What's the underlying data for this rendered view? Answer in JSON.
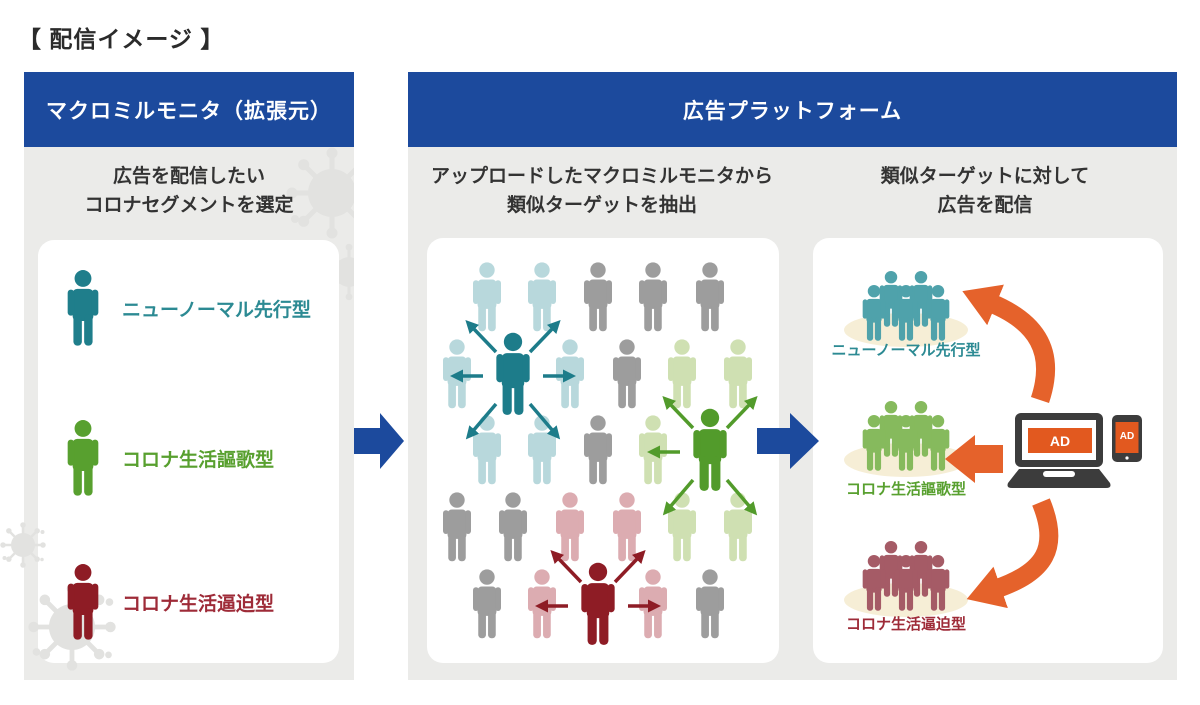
{
  "page_title": "【 配信イメージ 】",
  "source_panel": {
    "header": "マクロミルモニタ（拡張元）",
    "description_lines": [
      "広告を配信したい",
      "コロナセグメントを選定"
    ],
    "segments": [
      {
        "label": "ニューノーマル先行型",
        "icon_color": "#1f7e8b",
        "label_color": "#2c8a93"
      },
      {
        "label": "コロナ生活謳歌型",
        "icon_color": "#58a02f",
        "label_color": "#58a02f"
      },
      {
        "label": "コロナ生活逼迫型",
        "icon_color": "#8e1c25",
        "label_color": "#9e2b38"
      }
    ]
  },
  "platform_panel": {
    "header": "広告プラットフォーム",
    "extract_caption_lines": [
      "アップロードしたマクロミルモニタから",
      "類似ターゲットを抽出"
    ],
    "deliver_caption_lines": [
      "類似ターゲットに対して",
      "広告を配信"
    ],
    "ad_label": "AD",
    "crowd_groups": [
      {
        "label": "ニューノーマル先行型",
        "people_color": "#4fa2ab",
        "label_color": "#2c8a93"
      },
      {
        "label": "コロナ生活謳歌型",
        "people_color": "#86ba5d",
        "label_color": "#58a02f"
      },
      {
        "label": "コロナ生活逼迫型",
        "people_color": "#a55b66",
        "label_color": "#9e2b38"
      }
    ]
  },
  "extract_grid": {
    "figure_colors": {
      "lightTeal": "#b8d8dc",
      "teal": "#1d7c8a",
      "gray": "#9d9d9d",
      "lightGreen": "#cfe0b2",
      "green": "#529b2b",
      "pink": "#dcacb1",
      "red": "#8e1c25"
    },
    "rows": [
      [
        "lightTeal",
        "lightTeal",
        "gray",
        "gray",
        "gray"
      ],
      [
        "lightTeal",
        "teal",
        "lightTeal",
        "gray",
        "lightGreen",
        "lightGreen"
      ],
      [
        "lightTeal",
        "lightTeal",
        "gray",
        "lightGreen",
        "green"
      ],
      [
        "gray",
        "gray",
        "pink",
        "pink",
        "lightGreen",
        "lightGreen"
      ],
      [
        "gray",
        "pink",
        "red",
        "pink",
        "gray"
      ]
    ],
    "spotlights": [
      {
        "row": 1,
        "col": 1,
        "color": "teal",
        "arrows": [
          "up-left",
          "up-right",
          "left",
          "right",
          "down-left",
          "down-right"
        ]
      },
      {
        "row": 2,
        "col": 4,
        "color": "green",
        "arrows": [
          "up-left",
          "up-right",
          "left",
          "down-left",
          "down-right"
        ]
      },
      {
        "row": 4,
        "col": 2,
        "color": "red",
        "arrows": [
          "up-left",
          "up-right",
          "left",
          "right"
        ]
      }
    ]
  },
  "colors": {
    "blue": "#1c4a9d",
    "panel_bg": "#ebebe9",
    "orange": "#e2591f",
    "arrow_orange": "#e5622b",
    "beige": "#f6eed6",
    "virus_gray": "#e2e2e0",
    "text": "#333333",
    "device_dark": "#3c3c3c"
  }
}
